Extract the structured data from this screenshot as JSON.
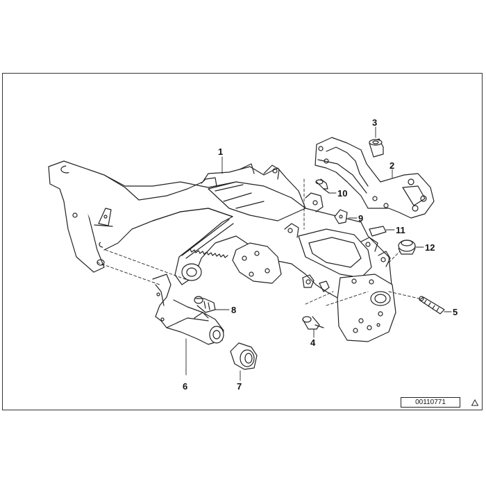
{
  "diagram": {
    "reference_number": "00110771",
    "callouts": [
      {
        "id": "callout-1",
        "label": "1"
      },
      {
        "id": "callout-2",
        "label": "2"
      },
      {
        "id": "callout-3",
        "label": "3"
      },
      {
        "id": "callout-4",
        "label": "4"
      },
      {
        "id": "callout-5",
        "label": "5"
      },
      {
        "id": "callout-6",
        "label": "6"
      },
      {
        "id": "callout-7",
        "label": "7"
      },
      {
        "id": "callout-8",
        "label": "8"
      },
      {
        "id": "callout-9",
        "label": "9"
      },
      {
        "id": "callout-10",
        "label": "10"
      },
      {
        "id": "callout-11",
        "label": "11"
      },
      {
        "id": "callout-12",
        "label": "12"
      }
    ],
    "icons": {
      "corner": "triangle-icon"
    },
    "colors": {
      "line": "#222222",
      "background": "#ffffff"
    }
  }
}
